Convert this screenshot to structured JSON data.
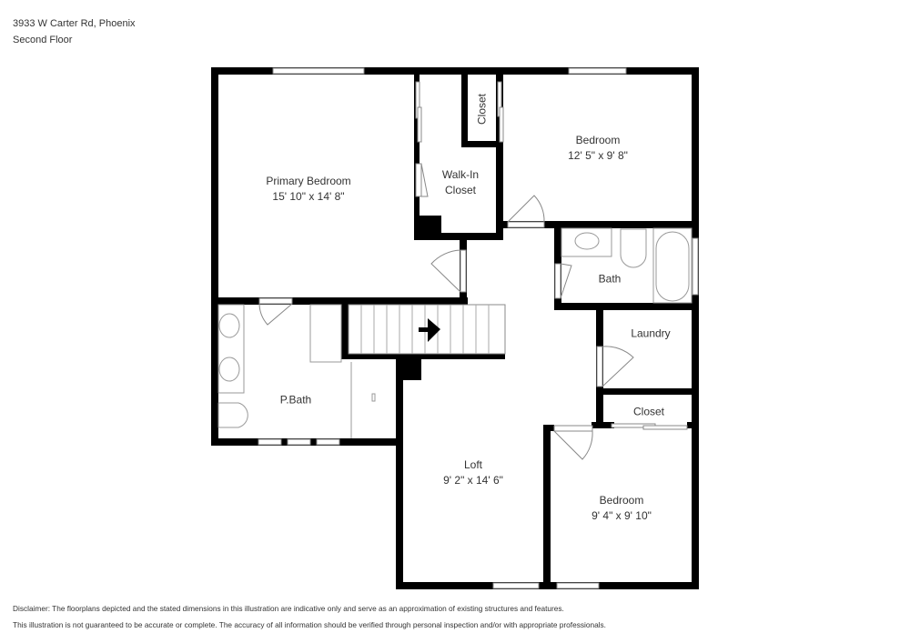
{
  "header": {
    "address": "3933 W Carter Rd, Phoenix",
    "floor": "Second Floor"
  },
  "rooms": [
    {
      "name": "Primary Bedroom",
      "dimensions": "15' 10\" x 14' 8\""
    },
    {
      "name": "Walk-In",
      "name2": "Closet"
    },
    {
      "name": "Closet"
    },
    {
      "name": "Bedroom",
      "dimensions": "12' 5\" x 9' 8\""
    },
    {
      "name": "Bath"
    },
    {
      "name": "Laundry"
    },
    {
      "name": "P.Bath"
    },
    {
      "name": "Closet"
    },
    {
      "name": "Loft",
      "dimensions": "9' 2\" x 14' 6\""
    },
    {
      "name": "Bedroom",
      "dimensions": "9' 4\" x 9' 10\""
    }
  ],
  "stairs": {
    "direction_icon": "arrow-right-icon"
  },
  "disclaimer": {
    "line1": "Disclaimer: The floorplans depicted and the stated dimensions in this illustration are indicative only and serve as an approximation of existing structures and features.",
    "line2": "This illustration is not guaranteed to be accurate or complete. The accuracy of all information should be verified through personal inspection and/or with appropriate professionals."
  },
  "colors": {
    "wall": "#000000",
    "fixture": "#999999",
    "text": "#333333",
    "background": "#ffffff"
  }
}
